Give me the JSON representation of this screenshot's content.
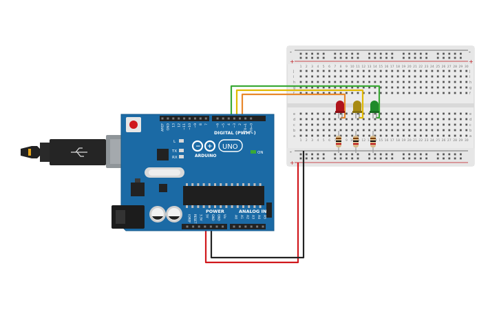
{
  "arduino": {
    "brand": "ARDUINO",
    "model": "UNO",
    "on_label": "ON",
    "tx_label": "TX",
    "rx_label": "RX",
    "l_label": "L",
    "digital_label": "DIGITAL (PWM~)",
    "power_label": "POWER",
    "analog_label": "ANALOG IN",
    "top_pins": [
      "AREF",
      "GND",
      "13",
      "12",
      "~11",
      "~10",
      "~9",
      "8",
      "7",
      "~6",
      "~5",
      "4",
      "~3",
      "2",
      "TX→1",
      "RX←0"
    ],
    "power_pins": [
      "IOREF",
      "RESET",
      "3.3V",
      "5V",
      "GND",
      "GND",
      "Vin"
    ],
    "analog_pins": [
      "A0",
      "A1",
      "A2",
      "A3",
      "A4",
      "A5"
    ]
  },
  "breadboard": {
    "row_letters_top": [
      "j",
      "i",
      "h",
      "g",
      "f"
    ],
    "row_letters_bottom": [
      "e",
      "d",
      "c",
      "b",
      "a"
    ],
    "column_numbers": [
      "1",
      "2",
      "3",
      "4",
      "5",
      "6",
      "7",
      "8",
      "9",
      "10",
      "11",
      "12",
      "13",
      "14",
      "15",
      "16",
      "17",
      "18",
      "19",
      "20",
      "21",
      "22",
      "23",
      "24",
      "25",
      "26",
      "27",
      "28",
      "29",
      "30"
    ],
    "rail_minus": "-",
    "rail_plus": "+"
  },
  "components": {
    "leds": [
      {
        "name": "red-led",
        "color": "#b0141c"
      },
      {
        "name": "yellow-led",
        "color": "#a88b12"
      },
      {
        "name": "green-led",
        "color": "#1f8a2a"
      }
    ],
    "wires": {
      "green": "#3aa935",
      "yellow": "#e0b800",
      "orange": "#e8872a",
      "red": "#d0171c",
      "black": "#222222"
    }
  },
  "colors": {
    "board": "#1b6aa5",
    "board_dark": "#155a8c",
    "breadboard": "#eeeeee",
    "usb": "#8f9599"
  }
}
